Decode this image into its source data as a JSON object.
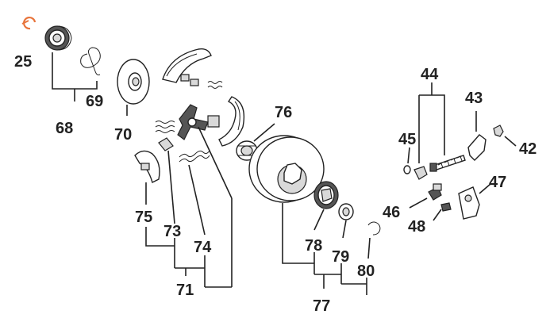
{
  "diagram": {
    "accent_color": "#e8743b",
    "line_color": "#222222",
    "callouts": {
      "c25": "25",
      "c68": "68",
      "c69": "69",
      "c70": "70",
      "c71": "71",
      "c73": "73",
      "c74": "74",
      "c75": "75",
      "c76": "76",
      "c77": "77",
      "c78": "78",
      "c79": "79",
      "c80": "80",
      "c42": "42",
      "c43": "43",
      "c44": "44",
      "c45": "45",
      "c46": "46",
      "c47": "47",
      "c48": "48"
    }
  }
}
